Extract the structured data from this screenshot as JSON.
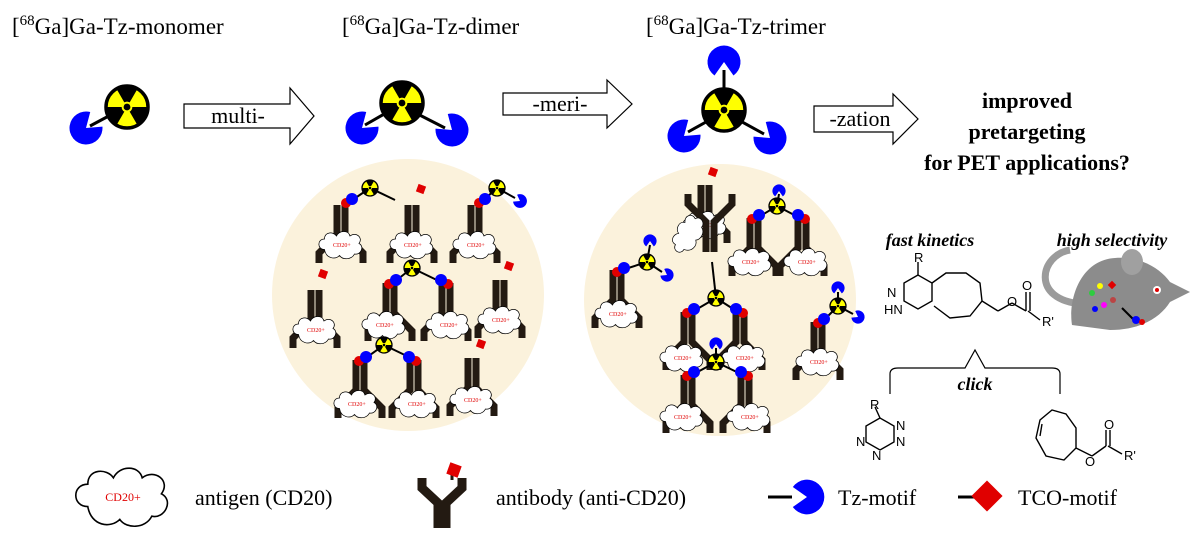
{
  "titles": {
    "monomer": [
      "[",
      "68",
      "Ga]Ga-Tz-monomer"
    ],
    "dimer": [
      "[",
      "68",
      "Ga]Ga-Tz-dimer"
    ],
    "trimer": [
      "[",
      "68",
      "Ga]Ga-Tz-trimer"
    ]
  },
  "arrows": [
    "multi-",
    "-meri-",
    "-zation"
  ],
  "question": [
    "improved",
    "pretargeting",
    "for PET applications?"
  ],
  "chemistry": {
    "fast_kinetics": "fast kinetics",
    "high_selectivity": "high selectivity",
    "click": "click",
    "labels": {
      "R": "R",
      "HN": "HN",
      "N": "N",
      "O": "O",
      "R_prime": "R'"
    }
  },
  "cloud_label": "CD20+",
  "legend": {
    "antigen_tag": "CD20+",
    "antigen": "antigen (CD20)",
    "antibody": "antibody (anti-CD20)",
    "tz": "Tz-motif",
    "tco": "TCO-motif"
  },
  "colors": {
    "tz_blue": "#0000ff",
    "tco_red": "#e00000",
    "radiation_yellow": "#ffff00",
    "circle_fill": "#fbf2dc",
    "antibody": "#231a12"
  }
}
